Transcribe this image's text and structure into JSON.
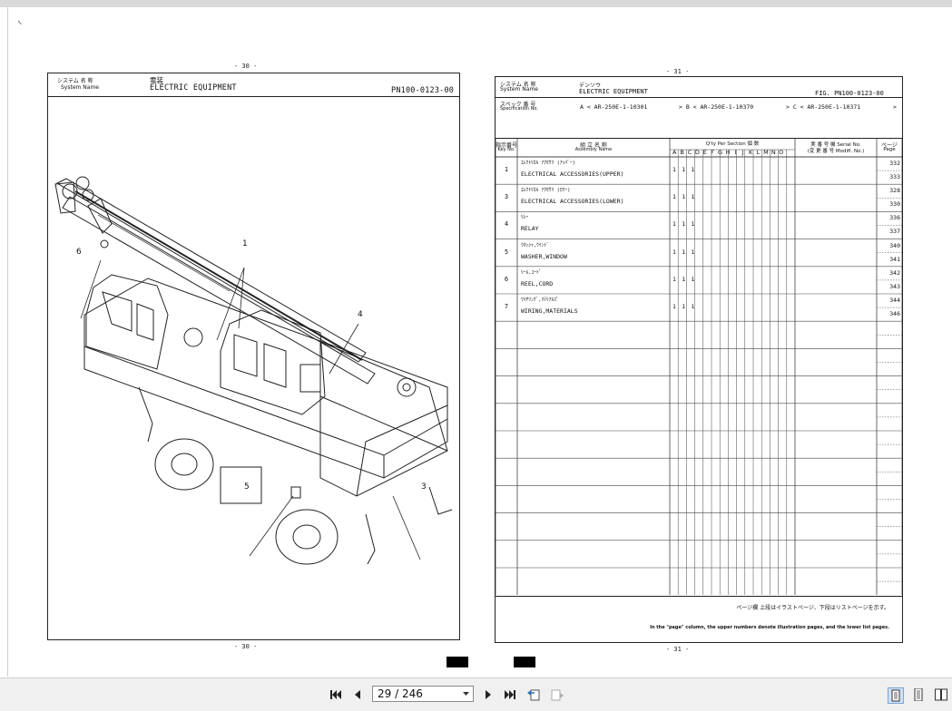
{
  "viewer": {
    "page_indicator": "29 / 246",
    "nav": {
      "first_icon": "first-page-icon",
      "prev_icon": "previous-page-icon",
      "next_icon": "next-page-icon",
      "last_icon": "last-page-icon",
      "dropdown_icon": "dropdown-arrow-icon"
    }
  },
  "left_page": {
    "page_number_top": "-  30  -",
    "page_number_bottom": "-  30  -",
    "system_jp": "システム 名 称",
    "system_en": "System    Name",
    "name_jp": "電装",
    "name_en": "ELECTRIC EQUIPMENT",
    "part_number": "PN100-0123-00",
    "callouts": [
      "1",
      "3",
      "4",
      "5",
      "6"
    ]
  },
  "right_page": {
    "page_number_top": "-  31  -",
    "page_number_bottom": "-  31  -",
    "system_jp": "システム 名 称",
    "system_en": "System    Name",
    "name_jp": "デンソウ",
    "name_en": "ELECTRIC EQUIPMENT",
    "fig": "FIG.  PN100-0123-00",
    "spec_jp": "スペック 番 号",
    "spec_en": "Specification  No.",
    "spec_a": "A  <  AR-250E-1-10301",
    "spec_b": ">  B  <  AR-250E-1-10370",
    "spec_c": ">  C  <  AR-250E-1-10371",
    "spec_end": ">",
    "headers": {
      "key_jp": "指示番号",
      "key_en": "Key No.",
      "assembly_jp": "組 立 名 称",
      "assembly_en": "Assembly      Name",
      "qty": "Q'ty  Per  Section     個 数",
      "qty_cols": [
        "A",
        "B",
        "C",
        "D",
        "E",
        "F",
        "G",
        "H",
        "I",
        "J",
        "K",
        "L",
        "M",
        "N",
        "O"
      ],
      "serial_jp": "実 番 号 機  Serial No.",
      "serial_en": "(変 更 番 号  Modifi. No.)",
      "page_jp": "ページ",
      "page_en": "Page"
    },
    "rows": [
      {
        "key": "1",
        "kana": "ｴﾚｸﾄﾘｶﾙ ｱｸｾｻﾘ (ｱｯﾊﾟｰ)",
        "name": "ELECTRICAL ACCESSORIES(UPPER)",
        "qty": "1 1 1",
        "page_top": "332",
        "page_bottom": "333"
      },
      {
        "key": "3",
        "kana": "ｴﾚｸﾄﾘｶﾙ ｱｸｾｻﾘ (ﾛﾜｰ)",
        "name": "ELECTRICAL ACCESSORIES(LOWER)",
        "qty": "1 1 1",
        "page_top": "328",
        "page_bottom": "330"
      },
      {
        "key": "4",
        "kana": "ﾘﾚｰ",
        "name": "RELAY",
        "qty": "1 1 1",
        "page_top": "336",
        "page_bottom": "337"
      },
      {
        "key": "5",
        "kana": "ｳｵｯｼｬ,ｳｲﾝﾄﾞ",
        "name": "WASHER,WINDOW",
        "qty": "1 1 1",
        "page_top": "340",
        "page_bottom": "341"
      },
      {
        "key": "6",
        "kana": "ﾘｰﾙ,ｺｰﾄﾞ",
        "name": "REEL,CORD",
        "qty": "1 1 1",
        "page_top": "342",
        "page_bottom": "343"
      },
      {
        "key": "7",
        "kana": "ﾜｲﾔﾘﾝｸﾞ,ﾏﾃﾘｱﾙｽﾞ",
        "name": "WIRING,MATERIALS",
        "qty": "1 1 1",
        "page_top": "344",
        "page_bottom": "346"
      }
    ],
    "footer_jp": "ページ欄  上段はイラストページ、下段はリストページを示す。",
    "footer_en": "In the \"page\" column, the upper numbers denote illustration pages, and the lower list pages."
  }
}
